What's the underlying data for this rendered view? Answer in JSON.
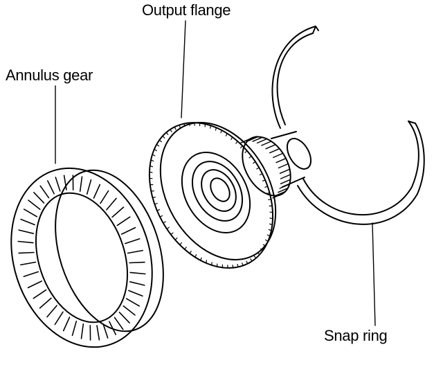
{
  "labels": {
    "output_flange": "Output flange",
    "annulus_gear": "Annulus gear",
    "snap_ring": "Snap ring"
  },
  "colors": {
    "line": "#000000",
    "background": "#ffffff"
  }
}
